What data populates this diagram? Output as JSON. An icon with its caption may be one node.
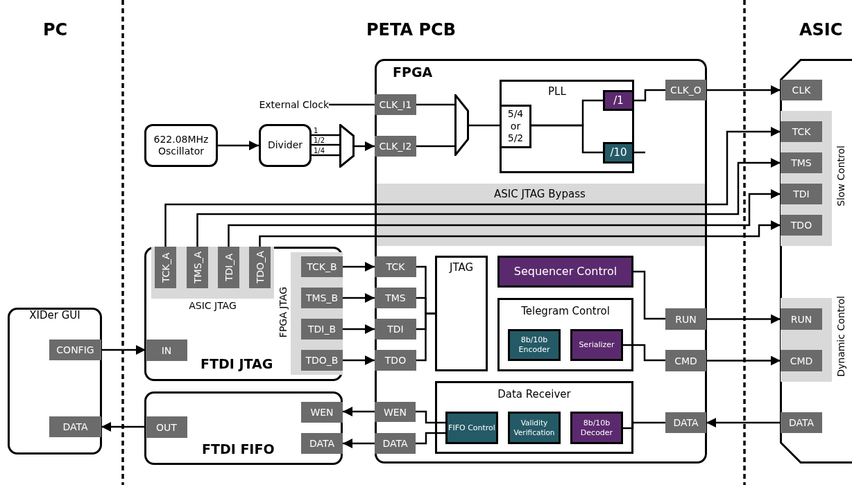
{
  "diagram": {
    "nodes": [
      {
        "text": [
          "XIDer GUI"
        ]
      },
      {
        "text": [
          "CONFIG"
        ],
        "in": 0
      },
      {
        "text": [
          "DATA"
        ],
        "in": 0
      },
      {
        "text": [
          "FTDI JTAG"
        ]
      },
      {
        "text": [
          "ASIC JTAG"
        ],
        "in": 3
      },
      {
        "text": [
          "TCK_A"
        ],
        "in": 4
      },
      {
        "text": [
          "TMS_A"
        ],
        "in": 4
      },
      {
        "text": [
          "TDI_A"
        ],
        "in": 4
      },
      {
        "text": [
          "TDO_A"
        ],
        "in": 4
      },
      {
        "text": [
          "FPGA JTAG"
        ],
        "in": 3
      },
      {
        "text": [
          "TCK_B"
        ],
        "in": 9
      },
      {
        "text": [
          "TMS_B"
        ],
        "in": 9
      },
      {
        "text": [
          "TDI_B"
        ],
        "in": 9
      },
      {
        "text": [
          "TDO_B"
        ],
        "in": 9
      },
      {
        "text": [
          "IN"
        ],
        "in": 3
      },
      {
        "text": [
          "FTDI FIFO"
        ]
      },
      {
        "text": [
          "OUT"
        ],
        "in": 15
      },
      {
        "text": [
          "WEN"
        ],
        "in": 15
      },
      {
        "text": [
          "DATA"
        ],
        "in": 15
      },
      {
        "text": [
          "622.08MHz Oscillator"
        ]
      },
      {
        "text": [
          "Divider"
        ]
      },
      {
        "text": [],
        "shape": "trapezoid"
      },
      {
        "text": [
          "External Clock"
        ]
      },
      {
        "text": [
          "FPGA"
        ]
      },
      {
        "text": [
          "CLK_I1"
        ],
        "in": 23
      },
      {
        "text": [
          "CLK_I2"
        ],
        "in": 23
      },
      {
        "text": [],
        "shape": "trapezoid",
        "in": 23
      },
      {
        "text": [
          "PLL"
        ],
        "in": 23
      },
      {
        "text": [
          "5/4 or 5/2"
        ],
        "in": 27
      },
      {
        "text": [
          "/1"
        ],
        "in": 27
      },
      {
        "text": [
          "/10"
        ],
        "in": 27
      },
      {
        "text": [
          "CLK_O"
        ],
        "in": 23
      },
      {
        "text": [
          "TCK"
        ],
        "in": 23
      },
      {
        "text": [
          "TMS"
        ],
        "in": 23
      },
      {
        "text": [
          "TDI"
        ],
        "in": 23
      },
      {
        "text": [
          "TDO"
        ],
        "in": 23
      },
      {
        "text": [
          "JTAG"
        ],
        "in": 23
      },
      {
        "text": [
          "Sequencer Control"
        ],
        "in": 23
      },
      {
        "text": [
          "Telegram Control"
        ],
        "in": 23
      },
      {
        "text": [
          "8b/10b Encoder"
        ],
        "in": 38
      },
      {
        "text": [
          "Serializer"
        ],
        "in": 38
      },
      {
        "text": [
          "Data Receiver"
        ],
        "in": 23
      },
      {
        "text": [
          "FIFO Control"
        ],
        "in": 41
      },
      {
        "text": [
          "Validity Verification"
        ],
        "in": 41
      },
      {
        "text": [
          "8b/10b Decoder"
        ],
        "in": 41
      },
      {
        "text": [
          "WEN"
        ],
        "in": 23
      },
      {
        "text": [
          "DATA"
        ],
        "in": 23
      },
      {
        "text": [
          "RUN"
        ],
        "in": 23
      },
      {
        "text": [
          "CMD"
        ],
        "in": 23
      },
      {
        "text": [
          "DATA"
        ],
        "in": 23
      },
      {
        "text": [],
        "shape": "box"
      },
      {
        "text": [
          "CLK"
        ],
        "in": 50
      },
      {
        "text": [
          "Slow Control"
        ],
        "in": 50
      },
      {
        "text": [
          "TCK"
        ],
        "in": 52
      },
      {
        "text": [
          "TMS"
        ],
        "in": 52
      },
      {
        "text": [
          "TDI"
        ],
        "in": 52
      },
      {
        "text": [
          "TDO"
        ],
        "in": 52
      },
      {
        "text": [
          "Dynamic Control"
        ],
        "in": 50
      },
      {
        "text": [
          "RUN"
        ],
        "in": 57
      },
      {
        "text": [
          "CMD"
        ],
        "in": 57
      },
      {
        "text": [
          "DATA"
        ],
        "in": 50
      }
    ],
    "edges": [
      {
        "from": 19,
        "to": 20,
        "arrow": "to"
      },
      {
        "from": 20,
        "to": 21,
        "arrow": "none",
        "label": "1"
      },
      {
        "from": 20,
        "to": 21,
        "arrow": "none",
        "label": "1/2"
      },
      {
        "from": 20,
        "to": 21,
        "arrow": "none",
        "label": "1/4"
      },
      {
        "from": 21,
        "to": 25,
        "arrow": "to"
      },
      {
        "from": 22,
        "to": 24,
        "arrow": "none"
      },
      {
        "from": 24,
        "to": 26,
        "arrow": "none"
      },
      {
        "from": 25,
        "to": 26,
        "arrow": "none"
      },
      {
        "from": 26,
        "to": 28,
        "arrow": "none"
      },
      {
        "from": 28,
        "to": 29,
        "arrow": "none"
      },
      {
        "from": 28,
        "to": 30,
        "arrow": "none"
      },
      {
        "from": 29,
        "to": 31,
        "arrow": "none"
      },
      {
        "from": 30,
        "to": null,
        "arrow": "none"
      },
      {
        "from": 31,
        "to": 51,
        "arrow": "to"
      },
      {
        "from": 5,
        "to": 53,
        "arrow": "to"
      },
      {
        "from": 6,
        "to": 54,
        "arrow": "to"
      },
      {
        "from": 7,
        "to": 55,
        "arrow": "to"
      },
      {
        "from": 8,
        "to": 56,
        "arrow": "to"
      },
      {
        "from": 10,
        "to": 32,
        "arrow": "to"
      },
      {
        "from": 11,
        "to": 33,
        "arrow": "to"
      },
      {
        "from": 12,
        "to": 34,
        "arrow": "to"
      },
      {
        "from": 13,
        "to": 35,
        "arrow": "to"
      },
      {
        "from": 32,
        "to": 36,
        "arrow": "none"
      },
      {
        "from": 33,
        "to": 36,
        "arrow": "none"
      },
      {
        "from": 34,
        "to": 36,
        "arrow": "none"
      },
      {
        "from": 35,
        "to": 36,
        "arrow": "none"
      },
      {
        "from": 37,
        "to": 47,
        "arrow": "none"
      },
      {
        "from": 47,
        "to": 58,
        "arrow": "to"
      },
      {
        "from": 40,
        "to": 48,
        "arrow": "none"
      },
      {
        "from": 48,
        "to": 59,
        "arrow": "to"
      },
      {
        "from": 60,
        "to": 49,
        "arrow": "to"
      },
      {
        "from": 49,
        "to": 44,
        "arrow": "none"
      },
      {
        "from": 45,
        "to": 17,
        "arrow": "to"
      },
      {
        "from": 46,
        "to": 18,
        "arrow": "to"
      },
      {
        "from": 45,
        "to": 42,
        "arrow": "none"
      },
      {
        "from": 46,
        "to": 42,
        "arrow": "none"
      },
      {
        "from": 1,
        "to": 14,
        "arrow": "to"
      },
      {
        "from": 16,
        "to": 2,
        "arrow": "to"
      }
    ],
    "labels": [
      "PC",
      "PETA PCB",
      "ASIC",
      "ASIC JTAG Bypass"
    ]
  }
}
